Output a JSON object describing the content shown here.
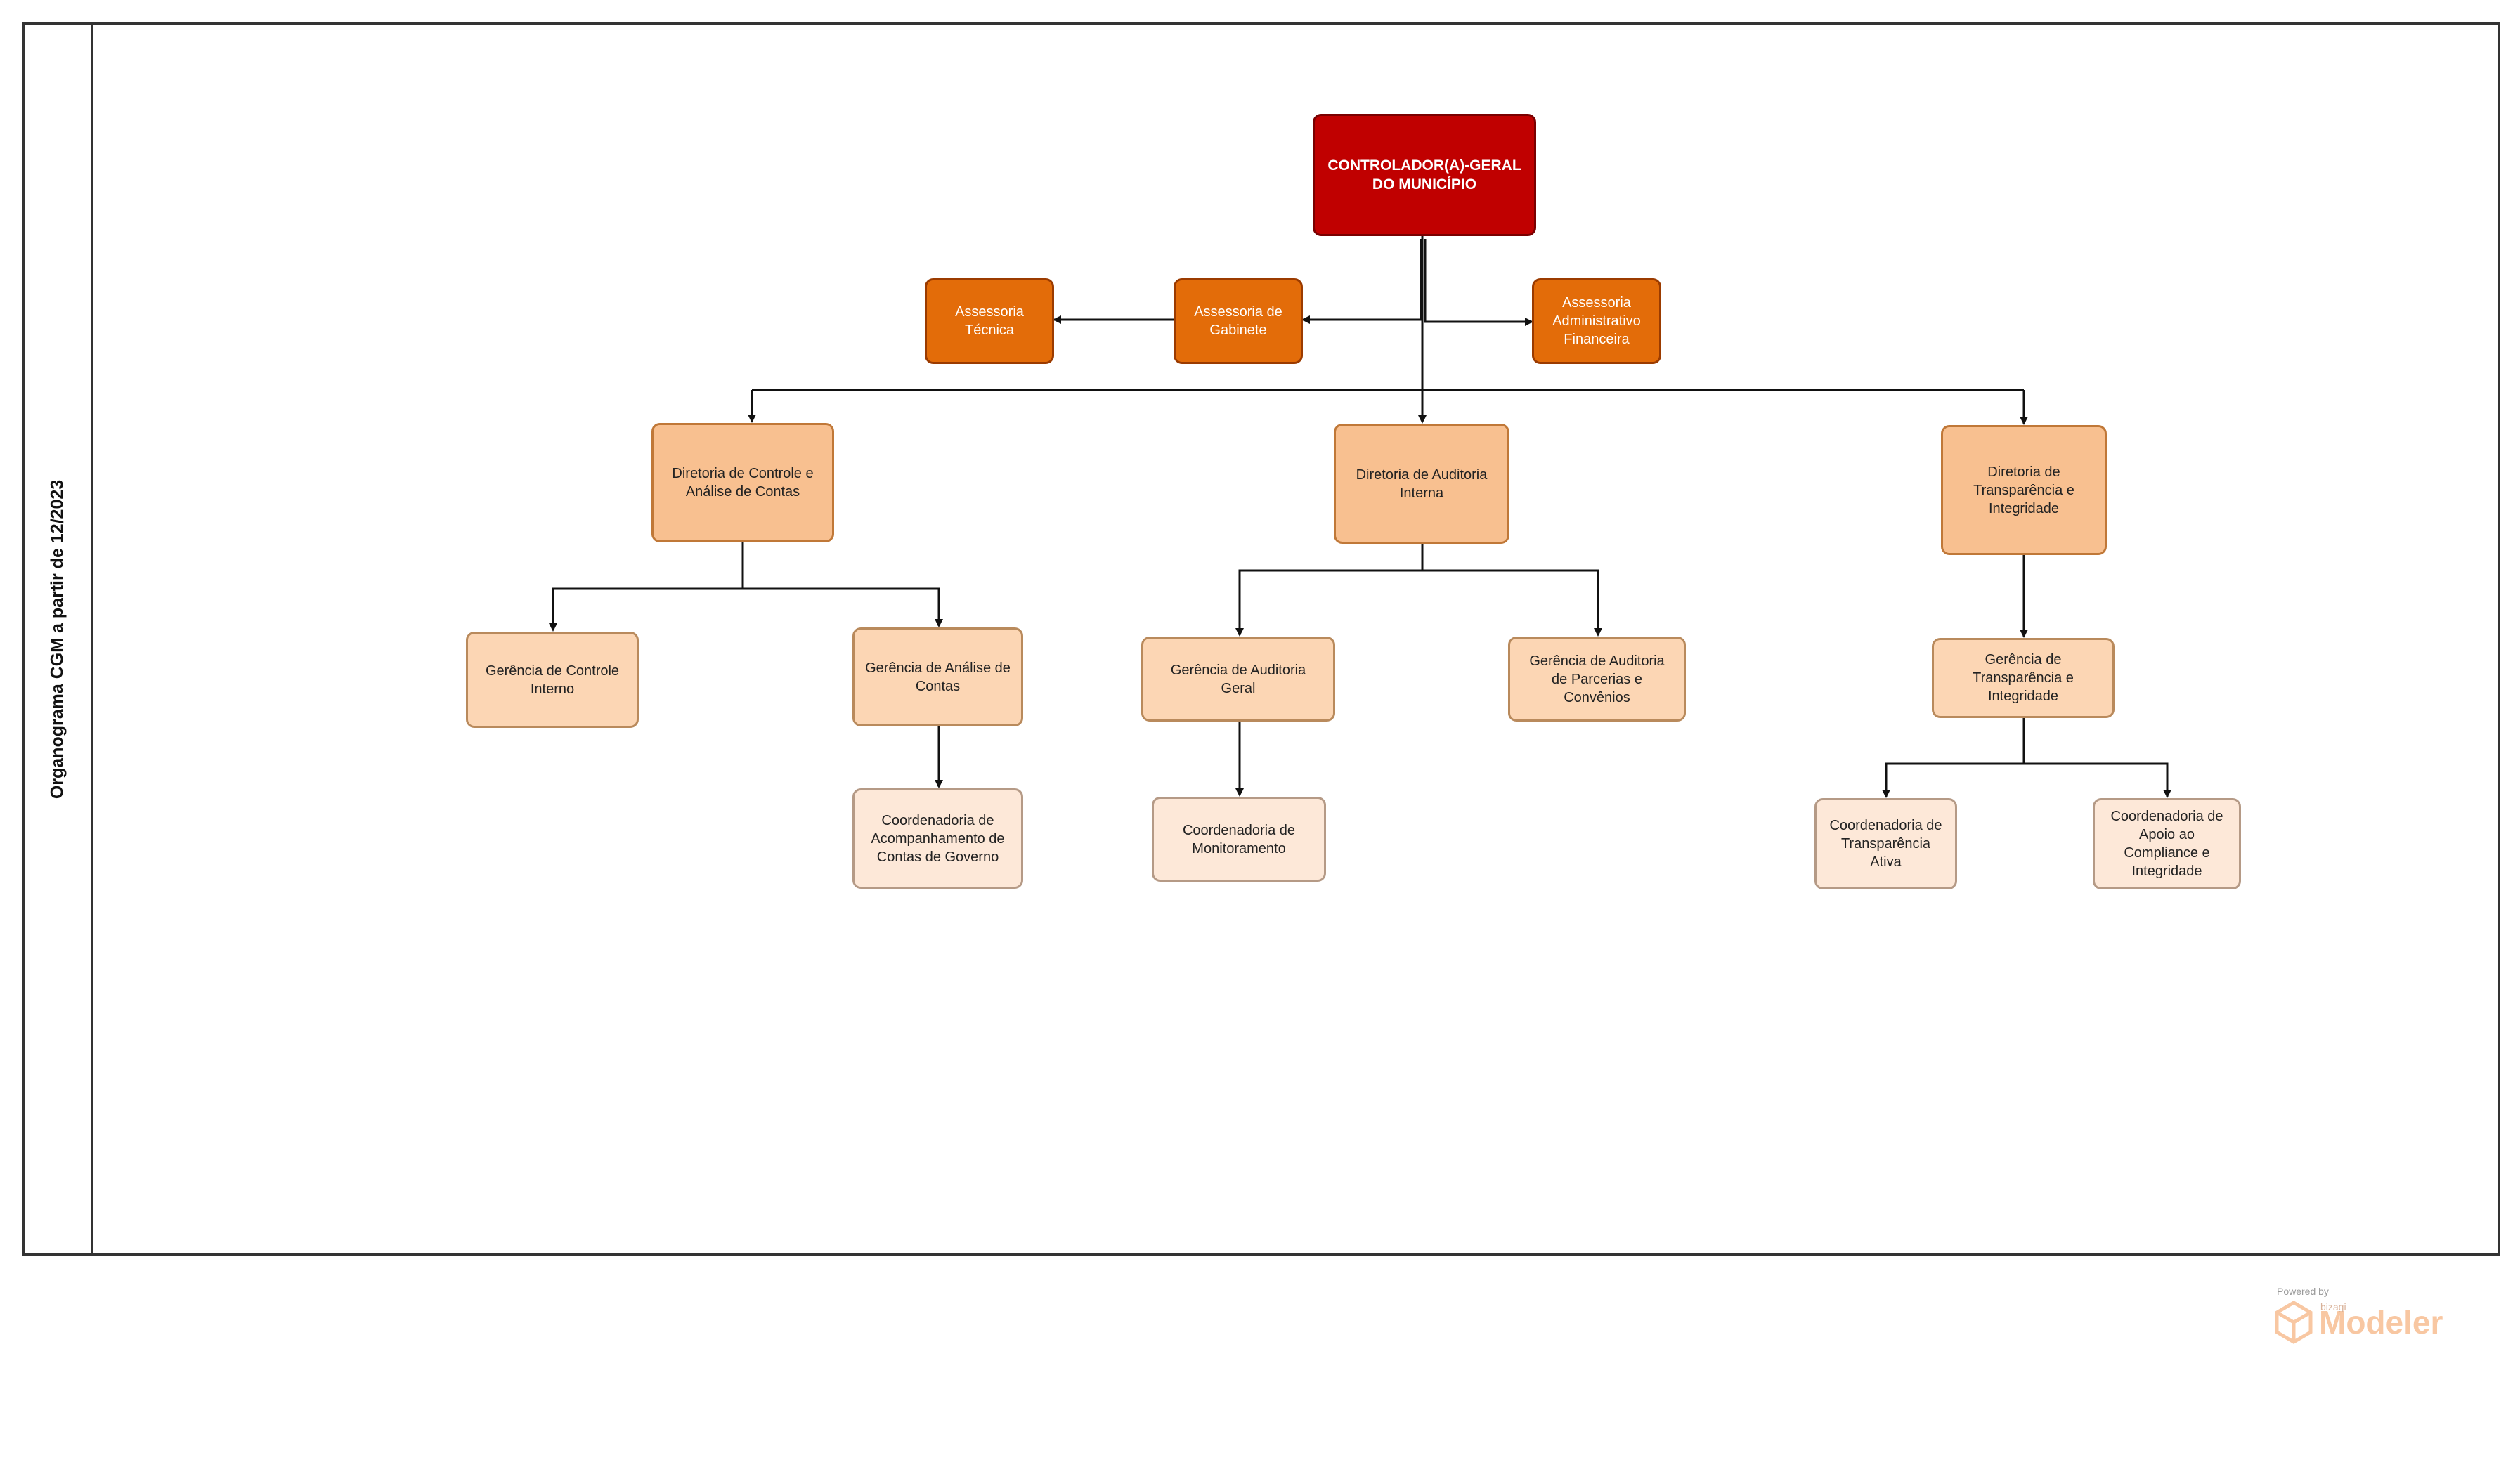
{
  "lane": {
    "title": "Organograma  CGM a partir de  12/2023"
  },
  "nodes": {
    "root": "CONTROLADOR(A)-GERAL\nDO MUNICÍPIO",
    "assessoria_tecnica": "Assessoria\nTécnica",
    "assessoria_gabinete": "Assessoria de\nGabinete",
    "assessoria_adm": "Assessoria\nAdministrativo\nFinanceira",
    "dir_controle": "Diretoria de Controle e\nAnálise de Contas",
    "dir_auditoria": "Diretoria de Auditoria\nInterna",
    "dir_transparencia": "Diretoria de\nTransparência e\nIntegridade",
    "ger_controle_interno": "Gerência de Controle\nInterno",
    "ger_analise_contas": "Gerência de Análise de\nContas",
    "ger_auditoria_geral": "Gerência de Auditoria\nGeral",
    "ger_auditoria_parcerias": "Gerência de Auditoria\nde Parcerias e\nConvênios",
    "ger_transparencia": "Gerência de\nTransparência e\nIntegridade",
    "coord_contas_governo": "Coordenadoria de\nAcompanhamento de\nContas de Governo",
    "coord_monitoramento": "Coordenadoria de\nMonitoramento",
    "coord_transparencia_ativa": "Coordenadoria de\nTransparência\nAtiva",
    "coord_compliance": "Coordenadoria de\nApoio ao\nCompliance e\nIntegridade"
  },
  "colors": {
    "root": "#c00000",
    "assessoria": "#e36c09",
    "diretoria": "#f8c090",
    "gerencia": "#fcd6b4",
    "coordenadoria": "#fde8d8"
  },
  "watermark": {
    "powered": "Powered by",
    "vendor": "bizagi",
    "product": "Modeler"
  }
}
